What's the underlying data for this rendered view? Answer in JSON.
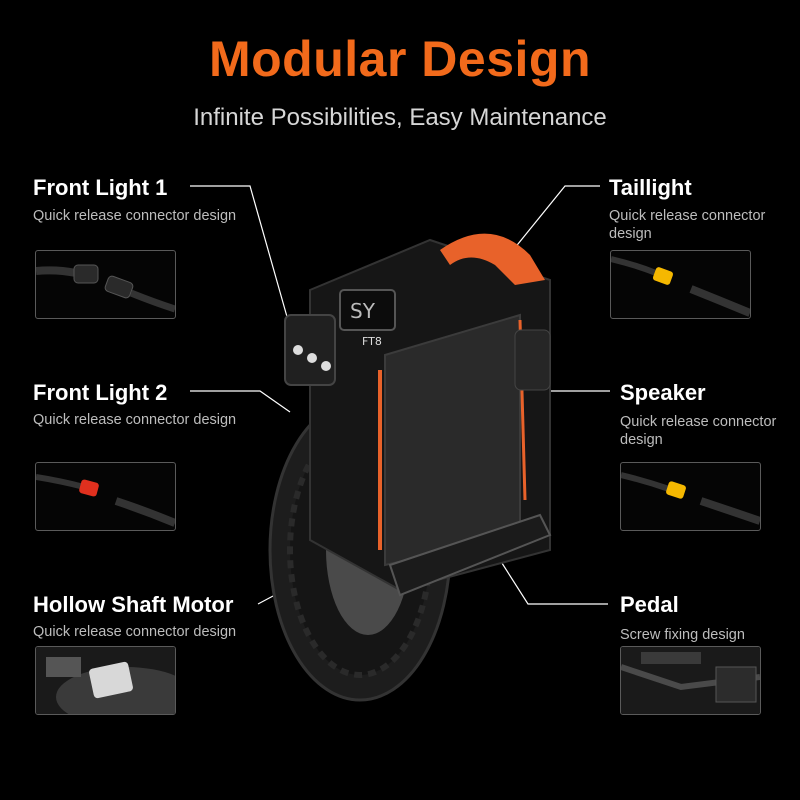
{
  "header": {
    "title": "Modular Design",
    "subtitle": "Infinite Possibilities, Easy Maintenance"
  },
  "product": {
    "model_badge": "FT8"
  },
  "parts": [
    {
      "name": "Front Light 1",
      "description": "Quick release connector design",
      "thumb_icon": "connector-cable-icon"
    },
    {
      "name": "Front Light 2",
      "description": "Quick release connector design",
      "thumb_icon": "connector-cable-red-icon"
    },
    {
      "name": "Hollow Shaft Motor",
      "description": "Quick release connector design",
      "thumb_icon": "motor-connector-icon"
    },
    {
      "name": "Taillight",
      "description": "Quick release connector design",
      "thumb_icon": "connector-cable-yellow-icon"
    },
    {
      "name": "Speaker",
      "description": "Quick release connector design",
      "thumb_icon": "connector-cable-yellow-icon"
    },
    {
      "name": "Pedal",
      "description": "Screw fixing design",
      "thumb_icon": "pedal-screw-icon"
    }
  ],
  "colors": {
    "accent": "#f26a1b",
    "background": "#000000",
    "connector_red": "#e0301e",
    "connector_yellow": "#f5b800"
  }
}
